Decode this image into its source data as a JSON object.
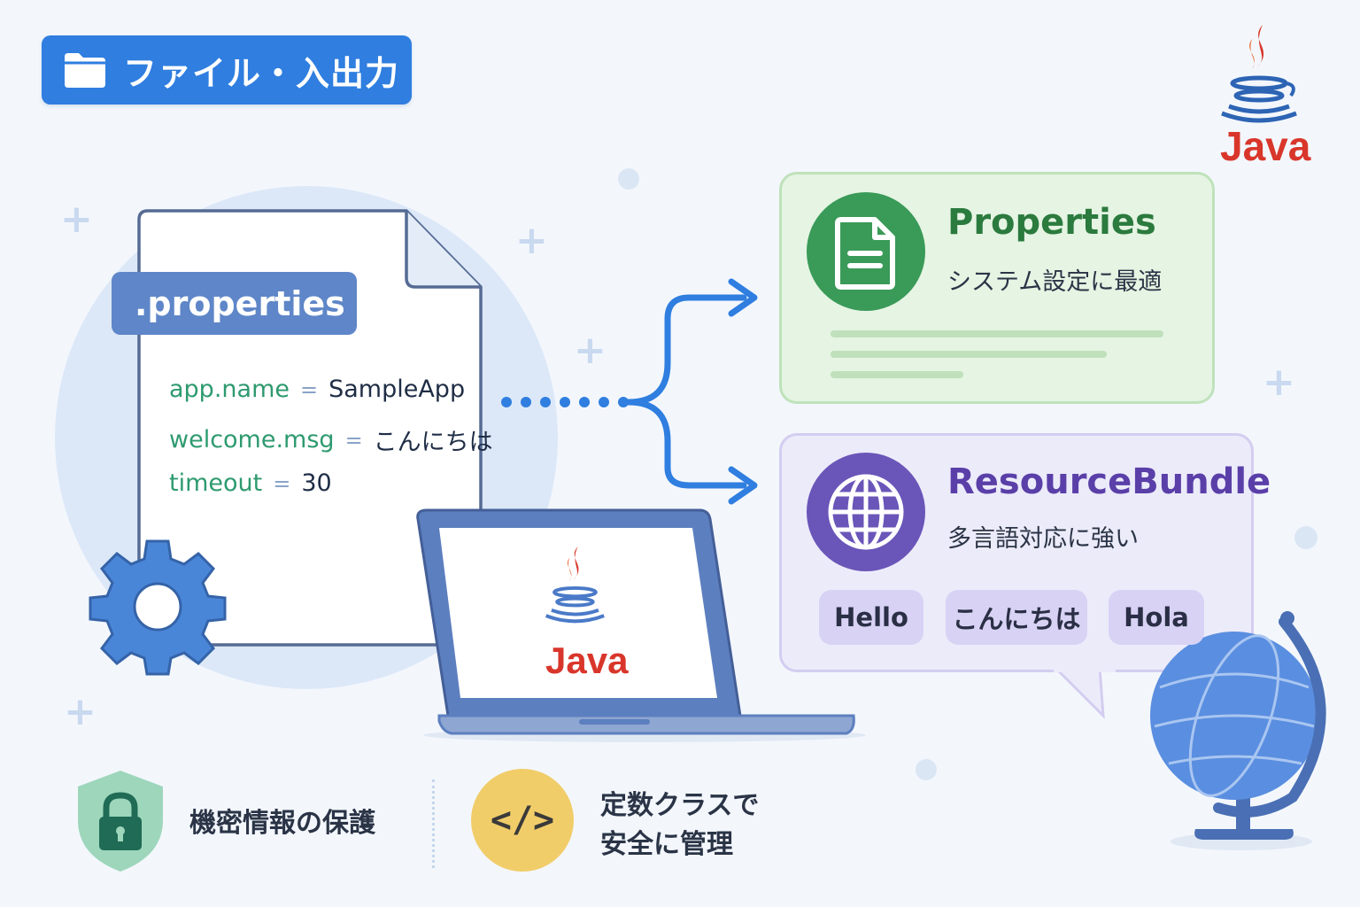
{
  "header": {
    "title": "ファイル・入出力",
    "icon": "folder-icon"
  },
  "properties_file": {
    "tag": ".properties",
    "lines": [
      {
        "key": "app.name",
        "eq": "=",
        "value": "SampleApp"
      },
      {
        "key": "welcome.msg",
        "eq": "=",
        "value": "こんにちは"
      },
      {
        "key": "timeout",
        "eq": "=",
        "value": "30"
      }
    ]
  },
  "laptop": {
    "logo_text": "Java"
  },
  "corner_logo": {
    "text": "Java"
  },
  "cards": {
    "properties": {
      "title": "Properties",
      "subtitle": "システム設定に最適",
      "icon": "document-icon"
    },
    "resource_bundle": {
      "title": "ResourceBundle",
      "subtitle": "多言語対応に強い",
      "icon": "globe-icon",
      "chips": [
        "Hello",
        "こんにちは",
        "Hola"
      ]
    }
  },
  "bottom": {
    "security": {
      "text": "機密情報の保護",
      "icon": "lock-shield-icon"
    },
    "constants": {
      "line1": "定数クラスで",
      "line2": "安全に管理",
      "icon": "code-icon"
    }
  },
  "colors": {
    "brand_blue": "#2f7ee0",
    "properties_green": "#3a9a58",
    "resource_purple": "#6a55b8",
    "java_red": "#d9362b"
  }
}
